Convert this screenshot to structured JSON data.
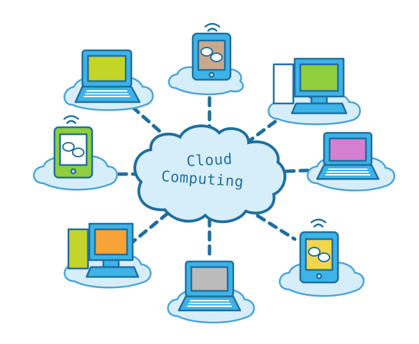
{
  "diagram": {
    "center": {
      "line1": "Cloud",
      "line2": "Computing"
    },
    "devices": [
      {
        "id": "phone-top",
        "type": "phone",
        "screen": "#c9a98d",
        "icon": "chat-bubbles-icon"
      },
      {
        "id": "laptop-top-left",
        "type": "laptop",
        "screen": "#c4d52a"
      },
      {
        "id": "desktop-top-right",
        "type": "desktop",
        "screen": "#8fce3c"
      },
      {
        "id": "phone-left",
        "type": "phone",
        "screen": "#ffffff",
        "icon": "chat-bubbles-icon"
      },
      {
        "id": "laptop-right",
        "type": "laptop",
        "screen": "#d57fd0"
      },
      {
        "id": "desktop-bottom-left",
        "type": "desktop",
        "screen": "#f7a338"
      },
      {
        "id": "laptop-bottom",
        "type": "laptop",
        "screen": "#bbbbbb"
      },
      {
        "id": "phone-bottom-right",
        "type": "phone",
        "screen": "#f3d64a",
        "icon": "chat-bubbles-icon"
      }
    ],
    "colors": {
      "outline": "#1f6f9e",
      "device_blue": "#3db3e8",
      "cloud_fill": "#d6eefa",
      "cloud_stroke": "#4aa3d7",
      "connector": "#1f6f9e"
    }
  }
}
